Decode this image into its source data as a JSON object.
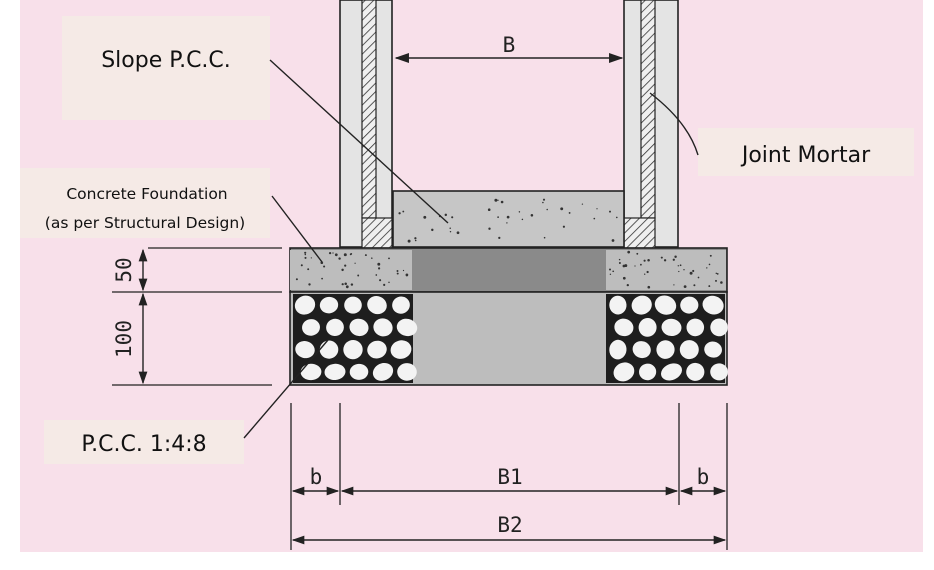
{
  "labels": {
    "slope_pcc": "Slope P.C.C.",
    "joint_mortar": "Joint Mortar",
    "concrete_foundation_line1": "Concrete Foundation",
    "concrete_foundation_line2": "(as per Structural  Design)",
    "pcc_148": "P.C.C. 1:4:8"
  },
  "dimensions": {
    "B": "B",
    "B1": "B1",
    "B2": "B2",
    "b_left": "b",
    "b_right": "b",
    "d50": "50",
    "d100": "100"
  },
  "colors": {
    "page_bg": "#f8e0ea",
    "label_box": "#f5eae6",
    "wall": "#e4e4e4",
    "concrete_light": "#c4c4c4",
    "concrete_dark": "#8a8a8a",
    "gap_fill": "#bdbdbd",
    "stone": "#f3f3f3",
    "line": "#222222"
  }
}
